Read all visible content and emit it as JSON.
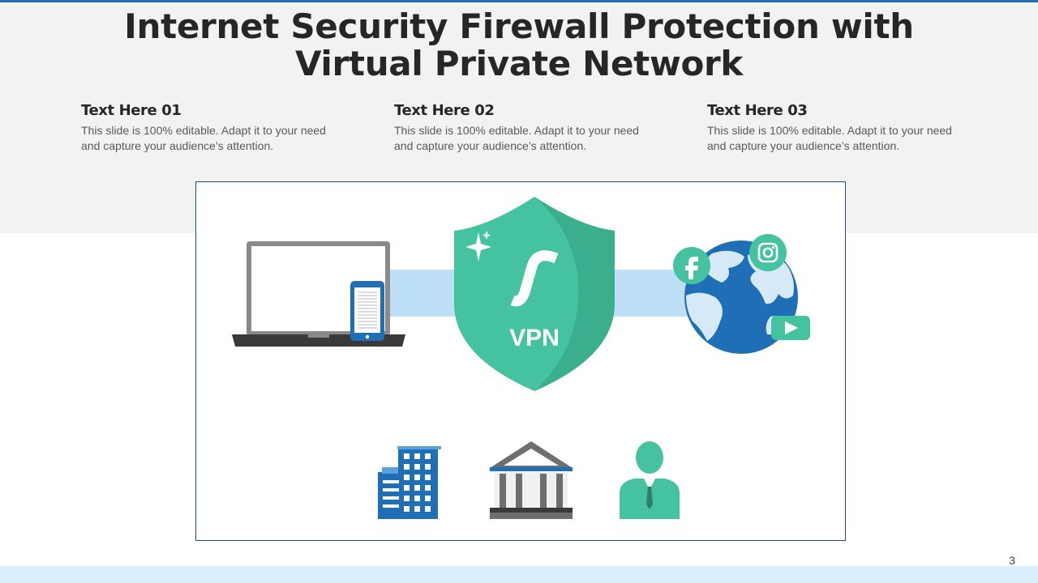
{
  "slide": {
    "title": "Internet Security Firewall Protection with Virtual Private Network",
    "columns": [
      {
        "heading": "Text Here 01",
        "body": "This slide is 100% editable. Adapt it to your need and capture your audience’s attention."
      },
      {
        "heading": "Text Here 02",
        "body": "This slide is 100% editable. Adapt it to your need and capture your audience’s attention."
      },
      {
        "heading": "Text Here 03",
        "body": "This slide is 100% editable. Adapt it to your need and capture your audience’s attention."
      }
    ],
    "shield_label": "VPN",
    "page_number": "3"
  },
  "icons": [
    "laptop-icon",
    "smartphone-icon",
    "vpn-shield-icon",
    "globe-icon",
    "facebook-icon",
    "instagram-icon",
    "youtube-icon",
    "office-building-icon",
    "bank-icon",
    "user-icon"
  ],
  "colors": {
    "accent_blue": "#1f6fb6",
    "teal": "#45c3a0",
    "header_bg": "#f2f2f2",
    "connector": "#bde0f7",
    "bottom_band": "#dbeefb"
  }
}
